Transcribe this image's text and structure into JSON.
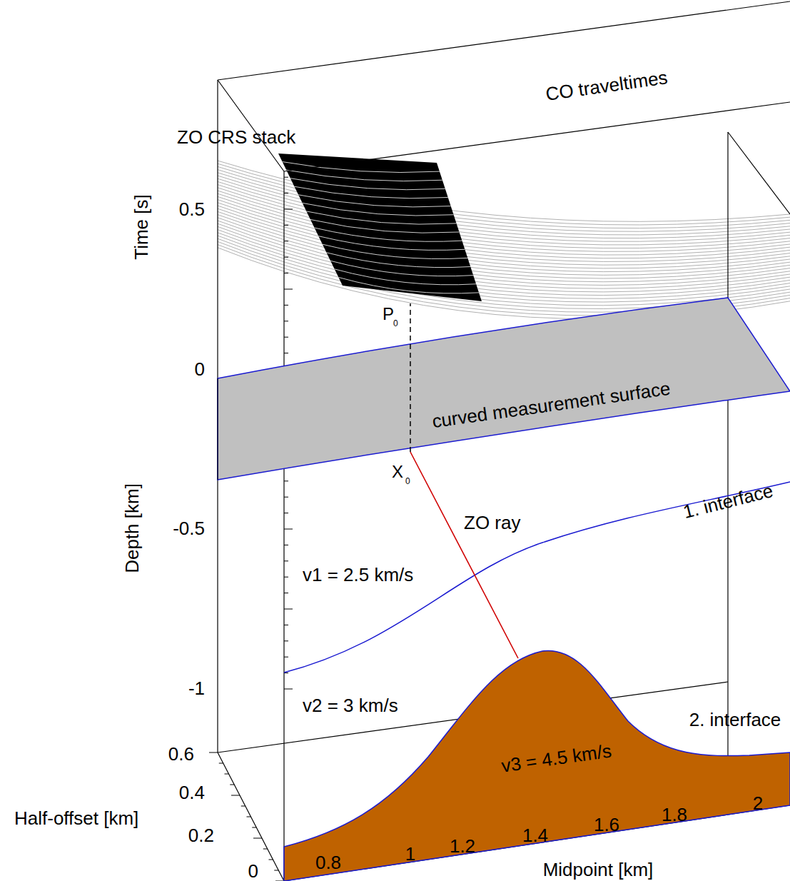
{
  "diagram": {
    "labels": [
      "CO traveltimes",
      "ZO CRS stack",
      "Time [s]",
      "0.5",
      "0",
      "P",
      "0",
      "curved measurement surface",
      "X",
      "0",
      "ZO ray",
      "1. interface",
      "Depth [km]",
      "-0.5",
      "v1 = 2.5 km/s",
      "-1",
      "v2 = 3 km/s",
      "2. interface",
      "v3 = 4.5 km/s",
      "0.6",
      "0.4",
      "0.2",
      "0",
      "Half-offset [km]",
      "0.8",
      "1",
      "1.2",
      "1.4",
      "1.6",
      "1.8",
      "2",
      "Midpoint [km]"
    ]
  }
}
